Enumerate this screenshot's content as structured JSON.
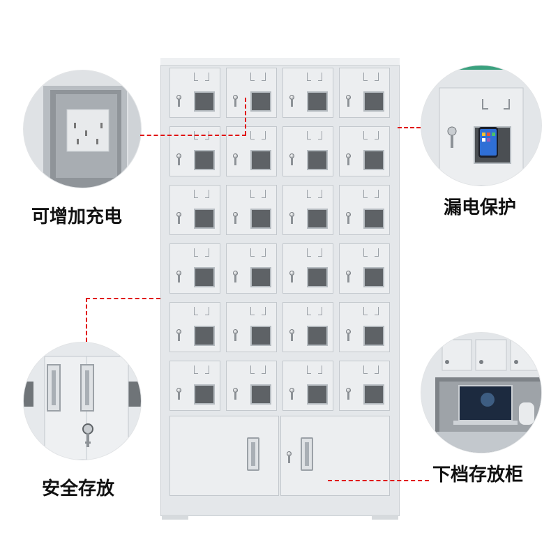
{
  "product": {
    "name": "cabinet",
    "locker_rows": 6,
    "locker_cols": 4
  },
  "features": [
    {
      "id": "charging",
      "label": "可增加充电",
      "icon": "power-outlet-icon"
    },
    {
      "id": "leakage",
      "label": "漏电保护",
      "icon": "phone-icon"
    },
    {
      "id": "safe",
      "label": "安全存放",
      "icon": "lock-icon"
    },
    {
      "id": "lower",
      "label": "下档存放柜",
      "icon": "laptop-icon"
    }
  ],
  "colors": {
    "cabinet": "#e4e7ea",
    "window": "#5e6266",
    "callout_line": "#e00000",
    "label_text": "#111111"
  }
}
